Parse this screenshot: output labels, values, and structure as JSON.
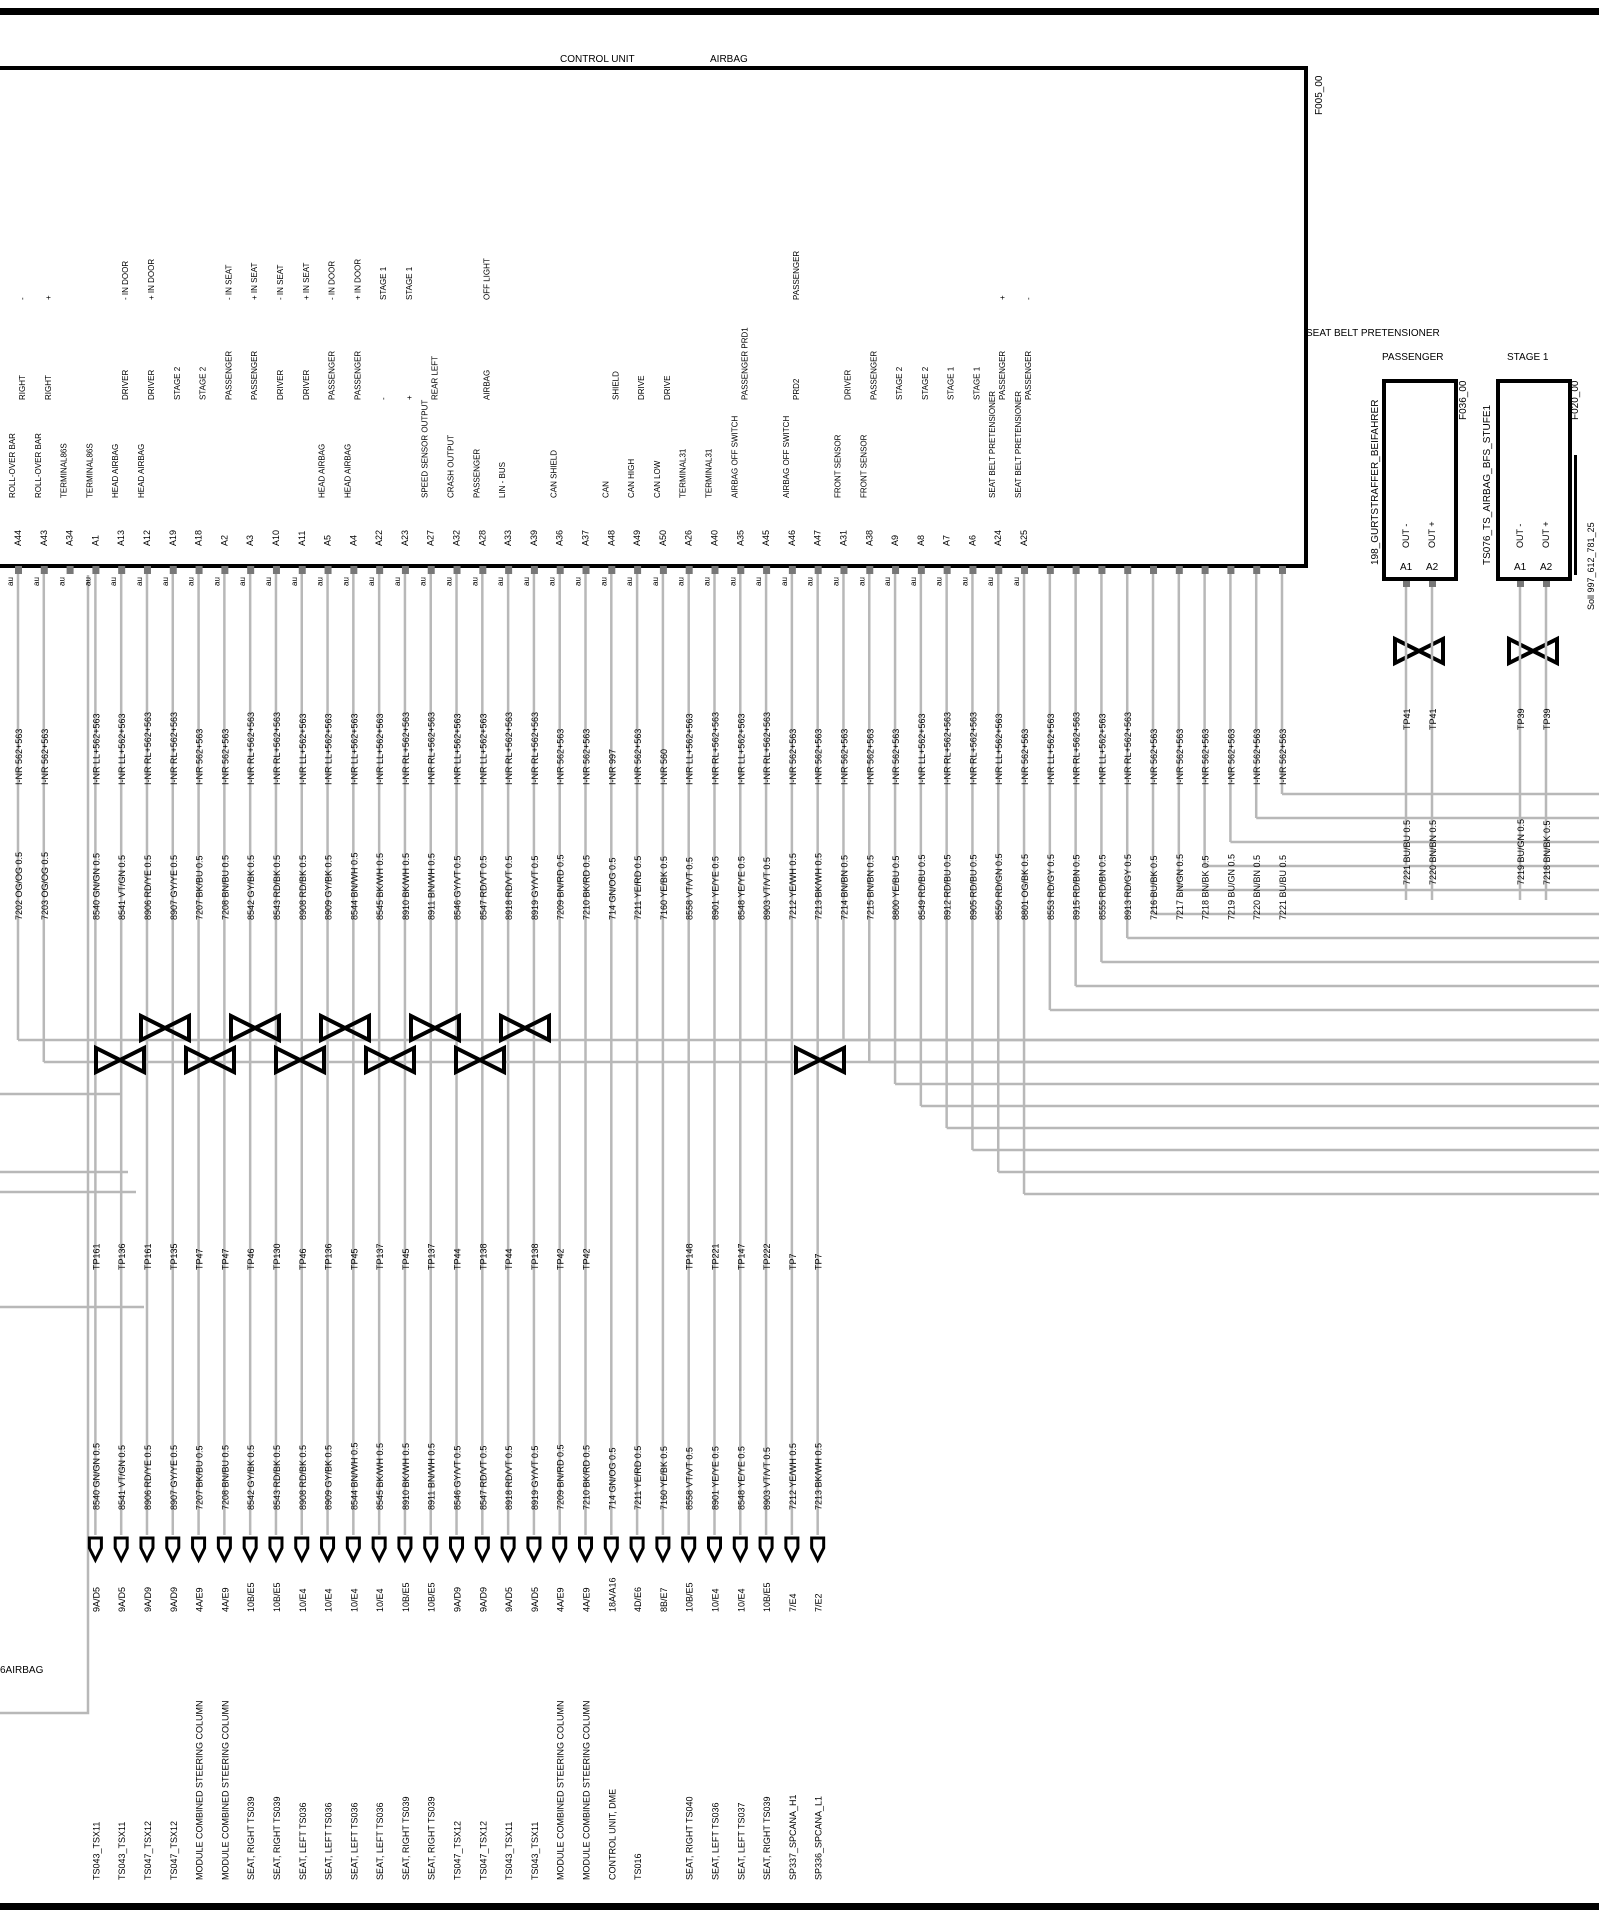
{
  "diagram": {
    "title_left": "CONTROL UNIT",
    "title_right": "AIRBAG",
    "module_id": "F005_00",
    "doc_id": "Soll 997_612_781_25",
    "left_fragment": "6AIRBAG",
    "pretensioner_title": "SEAT BELT PRETENSIONER",
    "colors": {
      "box": "#000000",
      "wire": "#b8b8b8",
      "text": "#000000"
    }
  },
  "control_unit": {
    "pins": [
      {
        "pin": "A44",
        "f1": "ROLL-OVER BAR",
        "f2": "RIGHT",
        "f3": "-",
        "wire": "7202 OG/OG 0.5",
        "cond": "I-NR 562+563",
        "tp": "",
        "bot": "",
        "ref": "",
        "dest": ""
      },
      {
        "pin": "A43",
        "f1": "ROLL-OVER BAR",
        "f2": "RIGHT",
        "f3": "+",
        "wire": "7203 OG/OG 0.5",
        "cond": "I-NR 562+563",
        "tp": "",
        "bot": "",
        "ref": "",
        "dest": ""
      },
      {
        "pin": "A34",
        "f1": "TERMINAL86S",
        "f2": "",
        "f3": "",
        "wire": "",
        "cond": "",
        "tp": "",
        "bot": "",
        "ref": "",
        "dest": ""
      },
      {
        "pin": "A1",
        "f1": "TERMINAL86S",
        "f2": "",
        "f3": "",
        "wire": "8540 GN/GN 0.5",
        "cond": "I-NR LL+562+563",
        "tp": "TP161",
        "bot": "8540 GN/GN 0.5",
        "ref": "9A/D5",
        "dest": "TS043_TSX11"
      },
      {
        "pin": "A13",
        "f1": "HEAD AIRBAG",
        "f2": "DRIVER",
        "f3": "- IN DOOR",
        "wire": "8541 VT/GN 0.5",
        "cond": "I-NR LL+562+563",
        "tp": "TP136",
        "bot": "8541 VT/GN 0.5",
        "ref": "9A/D5",
        "dest": "TS043_TSX11"
      },
      {
        "pin": "A12",
        "f1": "HEAD AIRBAG",
        "f2": "DRIVER",
        "f3": "+ IN DOOR",
        "wire": "8906 RD/YE 0.5",
        "cond": "I-NR RL+562+563",
        "tp": "TP161",
        "bot": "8906 RD/YE 0.5",
        "ref": "9A/D9",
        "dest": "TS047_TSX12"
      },
      {
        "pin": "A19",
        "f1": "",
        "f2": "STAGE 2",
        "f3": "",
        "wire": "8907 GY/YE 0.5",
        "cond": "I-NR RL+562+563",
        "tp": "TP135",
        "bot": "8907 GY/YE 0.5",
        "ref": "9A/D9",
        "dest": "TS047_TSX12"
      },
      {
        "pin": "A18",
        "f1": "",
        "f2": "STAGE 2",
        "f3": "",
        "wire": "7207 BK/BU 0.5",
        "cond": "I-NR 562+563",
        "tp": "TP47",
        "bot": "7207 BK/BU 0.5",
        "ref": "4A/E9",
        "dest": "MODULE COMBINED STEERING COLUMN"
      },
      {
        "pin": "A2",
        "f1": "",
        "f2": "PASSENGER",
        "f3": "- IN SEAT",
        "wire": "7208 BN/BU 0.5",
        "cond": "I-NR 562+563",
        "tp": "TP47",
        "bot": "7208 BN/BU 0.5",
        "ref": "4A/E9",
        "dest": "MODULE COMBINED STEERING COLUMN"
      },
      {
        "pin": "A3",
        "f1": "",
        "f2": "PASSENGER",
        "f3": "+ IN SEAT",
        "wire": "8542 GY/BK 0.5",
        "cond": "I-NR RL+562+563",
        "tp": "TP46",
        "bot": "8542 GY/BK 0.5",
        "ref": "10B/E5",
        "dest": "SEAT, RIGHT TS039"
      },
      {
        "pin": "A10",
        "f1": "",
        "f2": "DRIVER",
        "f3": "- IN SEAT",
        "wire": "8543 RD/BK 0.5",
        "cond": "I-NR RL+562+563",
        "tp": "TP130",
        "bot": "8543 RD/BK 0.5",
        "ref": "10B/E5",
        "dest": "SEAT, RIGHT TS039"
      },
      {
        "pin": "A11",
        "f1": "",
        "f2": "DRIVER",
        "f3": "+ IN SEAT",
        "wire": "8908 RD/BK 0.5",
        "cond": "I-NR LL+562+563",
        "tp": "TP46",
        "bot": "8908 RD/BK 0.5",
        "ref": "10/E4",
        "dest": "SEAT, LEFT TS036"
      },
      {
        "pin": "A5",
        "f1": "HEAD AIRBAG",
        "f2": "PASSENGER",
        "f3": "- IN DOOR",
        "wire": "8909 GY/BK 0.5",
        "cond": "I-NR LL+562+563",
        "tp": "TP136",
        "bot": "8909 GY/BK 0.5",
        "ref": "10/E4",
        "dest": "SEAT, LEFT TS036"
      },
      {
        "pin": "A4",
        "f1": "HEAD AIRBAG",
        "f2": "PASSENGER",
        "f3": "+ IN DOOR",
        "wire": "8544 BN/WH 0.5",
        "cond": "I-NR LL+562+563",
        "tp": "TP45",
        "bot": "8544 BN/WH 0.5",
        "ref": "10/E4",
        "dest": "SEAT, LEFT TS036"
      },
      {
        "pin": "A22",
        "f1": "",
        "f2": "-",
        "f3": "STAGE 1",
        "wire": "8545 BK/WH 0.5",
        "cond": "I-NR LL+562+563",
        "tp": "TP137",
        "bot": "8545 BK/WH 0.5",
        "ref": "10/E4",
        "dest": "SEAT, LEFT TS036"
      },
      {
        "pin": "A23",
        "f1": "",
        "f2": "+",
        "f3": "STAGE 1",
        "wire": "8910 BK/WH 0.5",
        "cond": "I-NR RL+562+563",
        "tp": "TP45",
        "bot": "8910 BK/WH 0.5",
        "ref": "10B/E5",
        "dest": "SEAT, RIGHT TS039"
      },
      {
        "pin": "A27",
        "f1": "SPEED SENSOR OUTPUT",
        "f2": "REAR LEFT",
        "f3": "",
        "wire": "8911 BN/WH 0.5",
        "cond": "I-NR RL+562+563",
        "tp": "TP137",
        "bot": "8911 BN/WH 0.5",
        "ref": "10B/E5",
        "dest": "SEAT, RIGHT TS039"
      },
      {
        "pin": "A32",
        "f1": "CRASH OUTPUT",
        "f2": "",
        "f3": "",
        "wire": "8546 GY/VT 0.5",
        "cond": "I-NR LL+562+563",
        "tp": "TP44",
        "bot": "8546 GY/VT 0.5",
        "ref": "9A/D9",
        "dest": "TS047_TSX12"
      },
      {
        "pin": "A28",
        "f1": "PASSENGER",
        "f2": "AIRBAG",
        "f3": "OFF LIGHT",
        "wire": "8547 RD/VT 0.5",
        "cond": "I-NR LL+562+563",
        "tp": "TP138",
        "bot": "8547 RD/VT 0.5",
        "ref": "9A/D9",
        "dest": "TS047_TSX12"
      },
      {
        "pin": "A33",
        "f1": "LIN - BUS",
        "f2": "",
        "f3": "",
        "wire": "8918 RD/VT 0.5",
        "cond": "I-NR RL+562+563",
        "tp": "TP44",
        "bot": "8918 RD/VT 0.5",
        "ref": "9A/D5",
        "dest": "TS043_TSX11"
      },
      {
        "pin": "A39",
        "f1": "",
        "f2": "",
        "f3": "",
        "wire": "8919 GY/VT 0.5",
        "cond": "I-NR RL+562+563",
        "tp": "TP138",
        "bot": "8919 GY/VT 0.5",
        "ref": "9A/D5",
        "dest": "TS043_TSX11"
      },
      {
        "pin": "A36",
        "f1": "CAN SHIELD",
        "f2": "",
        "f3": "",
        "wire": "7209 BN/RD 0.5",
        "cond": "I-NR 562+563",
        "tp": "TP42",
        "bot": "7209 BN/RD 0.5",
        "ref": "4A/E9",
        "dest": "MODULE COMBINED STEERING COLUMN"
      },
      {
        "pin": "A37",
        "f1": "",
        "f2": "",
        "f3": "",
        "wire": "7210 BK/RD 0.5",
        "cond": "I-NR 562+563",
        "tp": "TP42",
        "bot": "7210 BK/RD 0.5",
        "ref": "4A/E9",
        "dest": "MODULE COMBINED STEERING COLUMN"
      },
      {
        "pin": "A48",
        "f1": "CAN",
        "f2": "SHIELD",
        "f3": "",
        "wire": "714 GN/OG 0.5",
        "cond": "I-NR 997",
        "tp": "",
        "bot": "714 GN/OG 0.5",
        "ref": "18A/A16",
        "dest": "CONTROL UNIT, DME"
      },
      {
        "pin": "A49",
        "f1": "CAN HIGH",
        "f2": "DRIVE",
        "f3": "",
        "wire": "7211 YE/RD 0.5",
        "cond": "I-NR 562+563",
        "tp": "",
        "bot": "7211 YE/RD 0.5",
        "ref": "4D/E6",
        "dest": "TS016"
      },
      {
        "pin": "A50",
        "f1": "CAN LOW",
        "f2": "DRIVE",
        "f3": "",
        "wire": "7160 YE/BK 0.5",
        "cond": "I-NR 560",
        "tp": "",
        "bot": "7160 YE/BK 0.5",
        "ref": "8B/E7",
        "dest": ""
      },
      {
        "pin": "A26",
        "f1": "TERMINAL31",
        "f2": "",
        "f3": "",
        "wire": "8558 VT/VT 0.5",
        "cond": "I-NR LL+562+563",
        "tp": "TP148",
        "bot": "8558 VT/VT 0.5",
        "ref": "10B/E5",
        "dest": "SEAT, RIGHT TS040"
      },
      {
        "pin": "A40",
        "f1": "TERMINAL31",
        "f2": "",
        "f3": "",
        "wire": "8901 YE/YE 0.5",
        "cond": "I-NR RL+562+563",
        "tp": "TP221",
        "bot": "8901 YE/YE 0.5",
        "ref": "10/E4",
        "dest": "SEAT, LEFT TS036"
      },
      {
        "pin": "A35",
        "f1": "AIRBAG OFF SWITCH",
        "f2": "PASSENGER PRD1",
        "f3": "",
        "wire": "8548 YE/YE 0.5",
        "cond": "I-NR LL+562+563",
        "tp": "TP147",
        "bot": "8548 YE/YE 0.5",
        "ref": "10/E4",
        "dest": "SEAT, LEFT TS037"
      },
      {
        "pin": "A45",
        "f1": "",
        "f2": "",
        "f3": "",
        "wire": "8903 VT/VT 0.5",
        "cond": "I-NR RL+562+563",
        "tp": "TP222",
        "bot": "8903 VT/VT 0.5",
        "ref": "10B/E5",
        "dest": "SEAT, RIGHT TS039"
      },
      {
        "pin": "A46",
        "f1": "AIRBAG OFF SWITCH",
        "f2": "PRD2",
        "f3": "PASSENGER",
        "wire": "7212 YE/WH 0.5",
        "cond": "I-NR 562+563",
        "tp": "TP7",
        "bot": "7212 YE/WH 0.5",
        "ref": "7/E4",
        "dest": "SP337_SPCANA_H1"
      },
      {
        "pin": "A47",
        "f1": "",
        "f2": "",
        "f3": "",
        "wire": "7213 BK/WH 0.5",
        "cond": "I-NR 562+563",
        "tp": "TP7",
        "bot": "7213 BK/WH 0.5",
        "ref": "7/E2",
        "dest": "SP336_SPCANA_L1"
      },
      {
        "pin": "A31",
        "f1": "FRONT SENSOR",
        "f2": "DRIVER",
        "f3": "",
        "wire": "7214 BN/BN 0.5",
        "cond": "I-NR 562+563",
        "tp": "",
        "bot": "",
        "ref": "",
        "dest": ""
      },
      {
        "pin": "A38",
        "f1": "FRONT SENSOR",
        "f2": "PASSENGER",
        "f3": "",
        "wire": "7215 BN/BN 0.5",
        "cond": "I-NR 562+563",
        "tp": "",
        "bot": "",
        "ref": "",
        "dest": ""
      },
      {
        "pin": "A9",
        "f1": "",
        "f2": "STAGE 2",
        "f3": "",
        "wire": "8800 YE/BU 0.5",
        "cond": "I-NR 562+563",
        "tp": "",
        "bot": "",
        "ref": "",
        "dest": ""
      },
      {
        "pin": "A8",
        "f1": "",
        "f2": "STAGE 2",
        "f3": "",
        "wire": "8549 RD/BU 0.5",
        "cond": "I-NR LL+562+563",
        "tp": "",
        "bot": "",
        "ref": "",
        "dest": ""
      },
      {
        "pin": "A7",
        "f1": "",
        "f2": "STAGE 1",
        "f3": "",
        "wire": "8912 RD/BU 0.5",
        "cond": "I-NR RL+562+563",
        "tp": "",
        "bot": "",
        "ref": "",
        "dest": ""
      },
      {
        "pin": "A6",
        "f1": "",
        "f2": "STAGE 1",
        "f3": "",
        "wire": "8905 RD/BU 0.5",
        "cond": "I-NR RL+562+563",
        "tp": "",
        "bot": "",
        "ref": "",
        "dest": ""
      },
      {
        "pin": "A24",
        "f1": "SEAT BELT PRETENSIONER",
        "f2": "PASSENGER",
        "f3": "+",
        "wire": "8550 RD/GN 0.5",
        "cond": "I-NR LL+562+563",
        "tp": "",
        "bot": "",
        "ref": "",
        "dest": ""
      },
      {
        "pin": "A25",
        "f1": "SEAT BELT PRETENSIONER",
        "f2": "PASSENGER",
        "f3": "-",
        "wire": "8801 OG/BK 0.5",
        "cond": "I-NR 562+563",
        "tp": "",
        "bot": "",
        "ref": "",
        "dest": ""
      }
    ],
    "extra_wires": [
      {
        "wire": "8553 RD/GY 0.5",
        "cond": "I-NR LL+562+563"
      },
      {
        "wire": "8915 RD/BN 0.5",
        "cond": "I-NR RL+562+563"
      },
      {
        "wire": "8555 RD/BN 0.5",
        "cond": "I-NR LL+562+563"
      },
      {
        "wire": "8913 RD/GY 0.5",
        "cond": "I-NR RL+562+563"
      },
      {
        "wire": "7216 BU/BK 0.5",
        "cond": "I-NR 562+563"
      },
      {
        "wire": "7217 BN/GN 0.5",
        "cond": "I-NR 562+563"
      },
      {
        "wire": "7218 BN/BK 0.5",
        "cond": "I-NR 562+563"
      },
      {
        "wire": "7219 BU/GN 0.5",
        "cond": "I-NR 562+563"
      },
      {
        "wire": "7220 BN/BN 0.5",
        "cond": "I-NR 562+563"
      },
      {
        "wire": "7221 BU/BU 0.5",
        "cond": "I-NR 562+563"
      }
    ]
  },
  "pretensioners": [
    {
      "group": "PASSENGER",
      "id": "F036_00",
      "name": "198_GURTSTRAFFER_BEIFAHRER",
      "pins": [
        "A1",
        "A2"
      ],
      "out": [
        "OUT -",
        "OUT +"
      ],
      "tp": [
        "TP41",
        "TP41"
      ],
      "wires": [
        "7221 BU/BU 0.5",
        "7220 BN/BN 0.5"
      ]
    },
    {
      "group": "STAGE 1",
      "id": "F020_00",
      "name": "TS076_TS_AIRBAG_BFS_STUFE1",
      "pins": [
        "A1",
        "A2"
      ],
      "out": [
        "OUT -",
        "OUT +"
      ],
      "tp": [
        "TP39",
        "TP39"
      ],
      "wires": [
        "7219 BU/GN 0.5",
        "7218 BN/BK 0.5"
      ]
    }
  ]
}
